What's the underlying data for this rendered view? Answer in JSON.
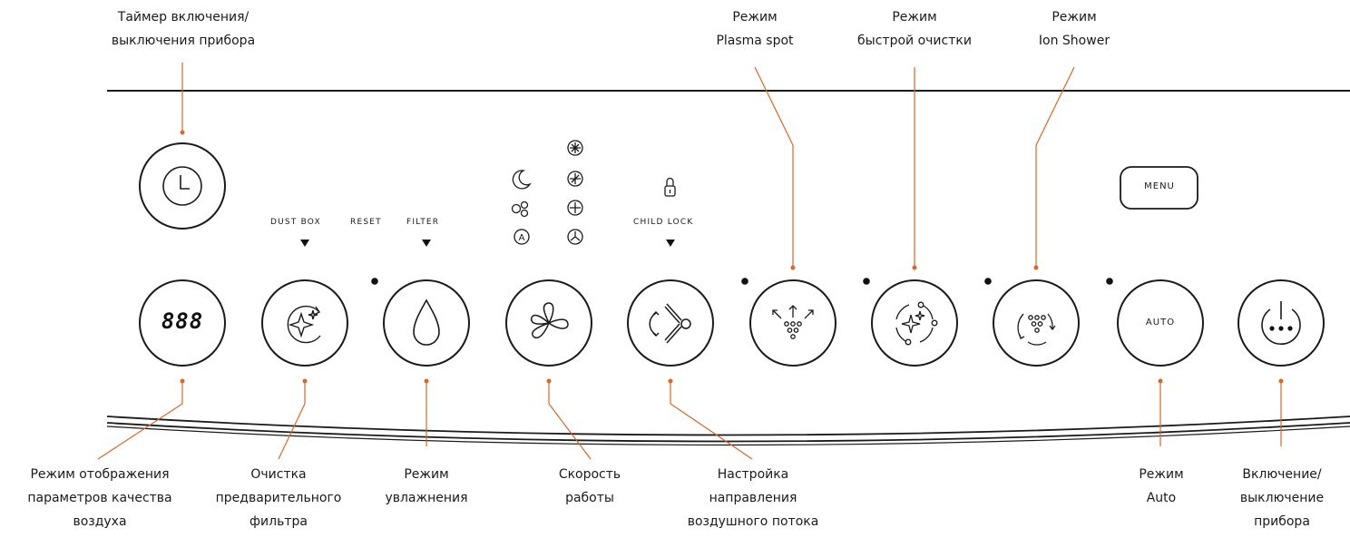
{
  "colors": {
    "leader": "#d4692b",
    "ink": "#1a1a1a",
    "background": "#ffffff"
  },
  "labels_top": {
    "timer": [
      "Таймер включения/",
      "выключения прибора"
    ],
    "plasma": [
      "Режим",
      "Plasma spot"
    ],
    "quick_clean": [
      "Режим",
      "быстрой очистки"
    ],
    "ion_shower": [
      "Режим",
      "Ion Shower"
    ]
  },
  "labels_bottom": {
    "air_quality": [
      "Режим отображения",
      "параметров качества",
      "воздуха"
    ],
    "prefilter": [
      "Очистка",
      "предварительного",
      "фильтра"
    ],
    "humidify": [
      "Режим",
      "увлажнения"
    ],
    "speed": [
      "Скорость",
      "работы"
    ],
    "airflow": [
      "Настройка",
      "направления",
      "воздушного потока"
    ],
    "auto": [
      "Режим",
      "Auto"
    ],
    "power": [
      "Включение/",
      "выключение",
      "прибора"
    ]
  },
  "panel_captions": {
    "dust_box": "DUST BOX",
    "reset": "RESET",
    "filter": "FILTER",
    "child_lock": "CHILD LOCK"
  },
  "buttons": {
    "display_digits": "888",
    "auto": "AUTO",
    "menu": "MENU"
  },
  "icons": {
    "timer": "clock-icon",
    "air_quality": "digit-display-icon",
    "prefilter": "sparkle-rotate-icon",
    "humidify": "water-drop-icon",
    "speed": "fan-icon",
    "airflow": "airflow-swing-icon",
    "plasma": "plasma-spot-icon",
    "quick_clean": "quick-clean-icon",
    "ion_shower": "ion-shower-icon",
    "power": "power-icon",
    "sleep": "moon-icon",
    "mode_bubbles": "bubbles-icon",
    "mode_auto": "auto-a-icon",
    "lock": "padlock-icon",
    "fan_speeds": [
      "fan-speed-1-icon",
      "fan-speed-2-icon",
      "fan-speed-3-icon",
      "fan-speed-4-icon"
    ]
  }
}
